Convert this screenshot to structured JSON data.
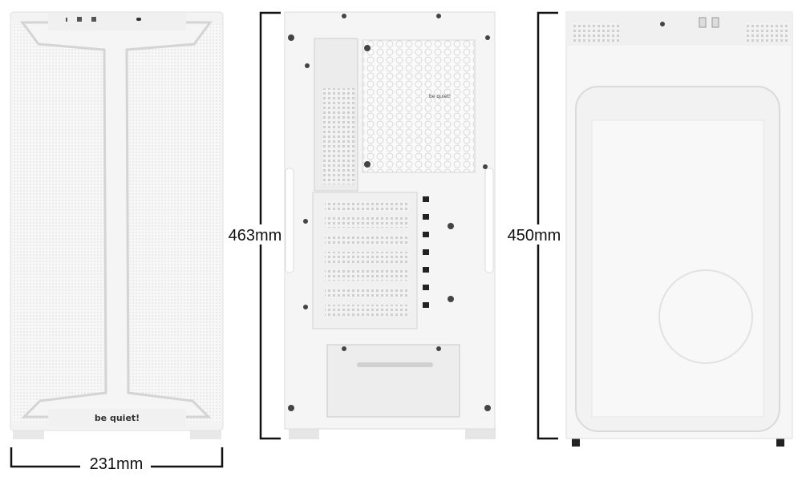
{
  "views": {
    "front": {
      "logo_text": "be quiet!"
    },
    "rear": {
      "fan_logo_text": "be quiet!"
    },
    "side": {}
  },
  "dimensions": {
    "width": "231mm",
    "height_rear": "463mm",
    "height_side": "450mm"
  },
  "colors": {
    "case_body": "#f4f4f4",
    "case_trim": "#d6d6d6",
    "dimension_line": "#111111"
  }
}
